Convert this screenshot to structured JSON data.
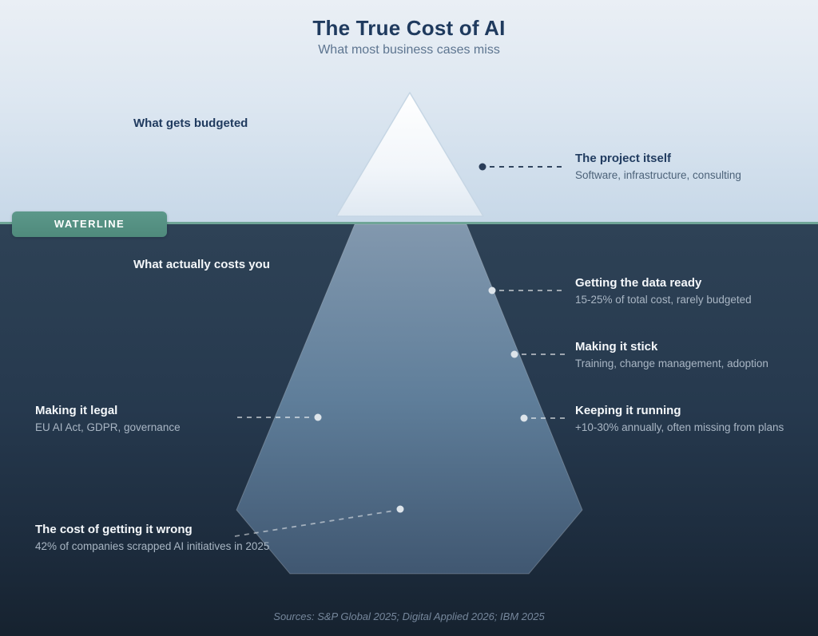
{
  "header": {
    "title": "The True Cost of AI",
    "subtitle": "What most business cases miss"
  },
  "zones": {
    "above_label": "What gets budgeted",
    "below_label": "What actually costs you"
  },
  "waterline": {
    "badge_label": "WATERLINE"
  },
  "callouts": [
    {
      "id": "project",
      "zone": "above",
      "title": "The project itself",
      "subtitle": "Software, infrastructure, consulting"
    },
    {
      "id": "data",
      "zone": "below",
      "title": "Getting the data ready",
      "subtitle": "15-25% of total cost, rarely budgeted"
    },
    {
      "id": "stick",
      "zone": "below",
      "title": "Making it stick",
      "subtitle": "Training, change management, adoption"
    },
    {
      "id": "running",
      "zone": "below",
      "title": "Keeping it running",
      "subtitle": "+10-30% annually, often missing from plans"
    },
    {
      "id": "legal",
      "zone": "below",
      "title": "Making it legal",
      "subtitle": "EU AI Act, GDPR, governance"
    },
    {
      "id": "wrong",
      "zone": "below",
      "title": "The cost of getting it wrong",
      "subtitle": "42% of companies scrapped AI initiatives in 2025"
    }
  ],
  "footer": {
    "sources": "Sources: S&P Global 2025; Digital Applied 2026; IBM 2025"
  },
  "colors": {
    "sky_top": "#eaeff5",
    "sky_bottom": "#c7d8e8",
    "water_top": "#2e4256",
    "water_bottom": "#16222f",
    "waterline_accent": "#6fa597",
    "badge_teal": "#579183",
    "iceberg_above": "#ffffff",
    "iceberg_below_top": "#8298ae",
    "iceberg_below_bottom": "#405771",
    "navy_text": "#1f3a5e",
    "above_connector": "#32465f",
    "below_connector": "#d7dfe6"
  }
}
